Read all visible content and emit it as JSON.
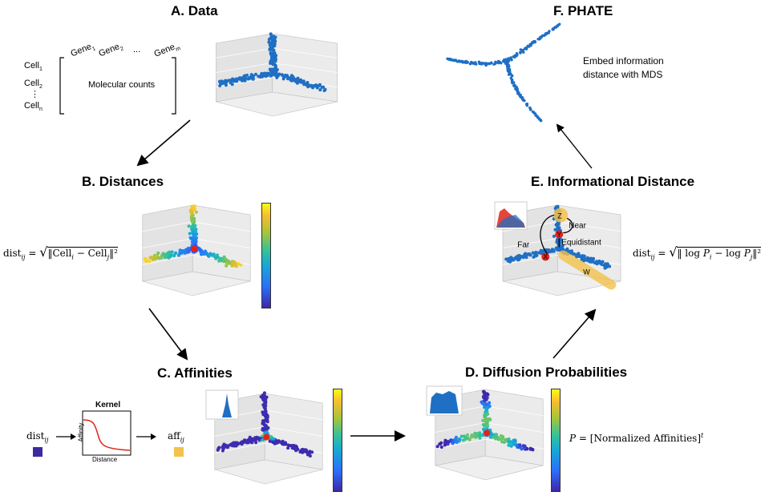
{
  "titles": {
    "a": "A. Data",
    "b": "B. Distances",
    "c": "C. Affinities",
    "d": "D. Diffusion Probabilities",
    "e": "E. Informational Distance",
    "f": "F. PHATE"
  },
  "data_panel": {
    "genes": [
      "Gene",
      "Gene",
      "...",
      "Gene"
    ],
    "gene_subs": [
      "1",
      "2",
      "",
      "m"
    ],
    "cells": [
      "Cell",
      "Cell",
      "⋮",
      "Cell"
    ],
    "cell_subs": [
      "1",
      "2",
      "",
      "n"
    ],
    "matrix_label": "Molecular counts"
  },
  "distances_panel": {
    "formula": "dist_ij = √‖Cell_i − Cell_j‖²"
  },
  "affinities_panel": {
    "dist_label": "dist_ij",
    "kernel_title": "Kernel",
    "kernel_ylabel": "Affinity",
    "kernel_xlabel": "Distance",
    "aff_label": "aff_ij",
    "dist_color": "#3b2aa0",
    "aff_color": "#f3c24d"
  },
  "diffusion_panel": {
    "formula": "P = [Normalized Affinities]ᵗ"
  },
  "informational_panel": {
    "formula": "dist_ij = √‖log P_i − log P_j‖²",
    "labels": {
      "z": "Z",
      "y": "Y",
      "x": "X",
      "w": "W",
      "far": "Far",
      "near": "Near",
      "equidistant": "Equidistant"
    }
  },
  "phate_panel": {
    "caption_line1": "Embed information",
    "caption_line2": "distance with MDS"
  },
  "colors": {
    "points": "#1f6fc4",
    "arrow": "#000000",
    "red": "#e2231a"
  }
}
